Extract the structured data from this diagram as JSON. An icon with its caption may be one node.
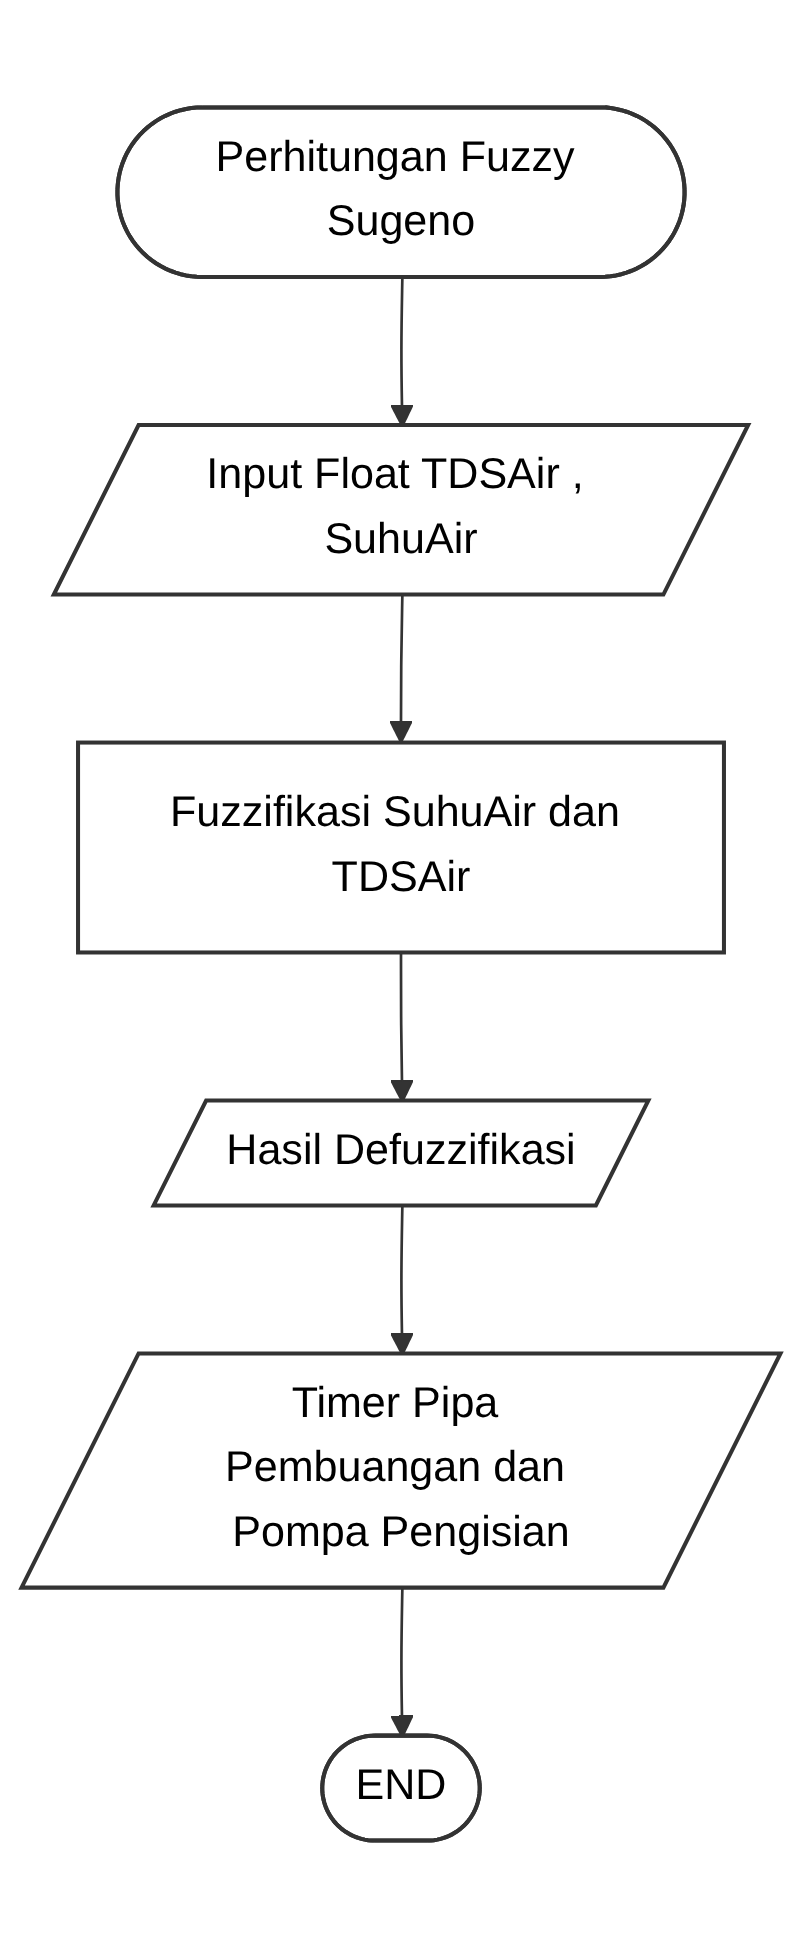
{
  "diagram": {
    "nodes": [
      {
        "text": [
          "Perhitungan Fuzzy Sugeno"
        ]
      },
      {
        "text": [
          "Input Float TDSAir , SuhuAir"
        ]
      },
      {
        "text": [
          "Fuzzifikasi SuhuAir dan TDSAir"
        ]
      },
      {
        "text": [
          "Hasil Defuzzifikasi"
        ]
      },
      {
        "text": [
          "Timer Pipa Pembuangan dan Pompa Pengisian"
        ]
      },
      {
        "text": [
          "END"
        ]
      }
    ],
    "edges": [
      {
        "from": 0,
        "to": 1,
        "arrow": "to"
      },
      {
        "from": 1,
        "to": 2,
        "arrow": "to"
      },
      {
        "from": 2,
        "to": 3,
        "arrow": "to"
      },
      {
        "from": 3,
        "to": 4,
        "arrow": "to"
      },
      {
        "from": 4,
        "to": 5,
        "arrow": "to"
      }
    ]
  }
}
